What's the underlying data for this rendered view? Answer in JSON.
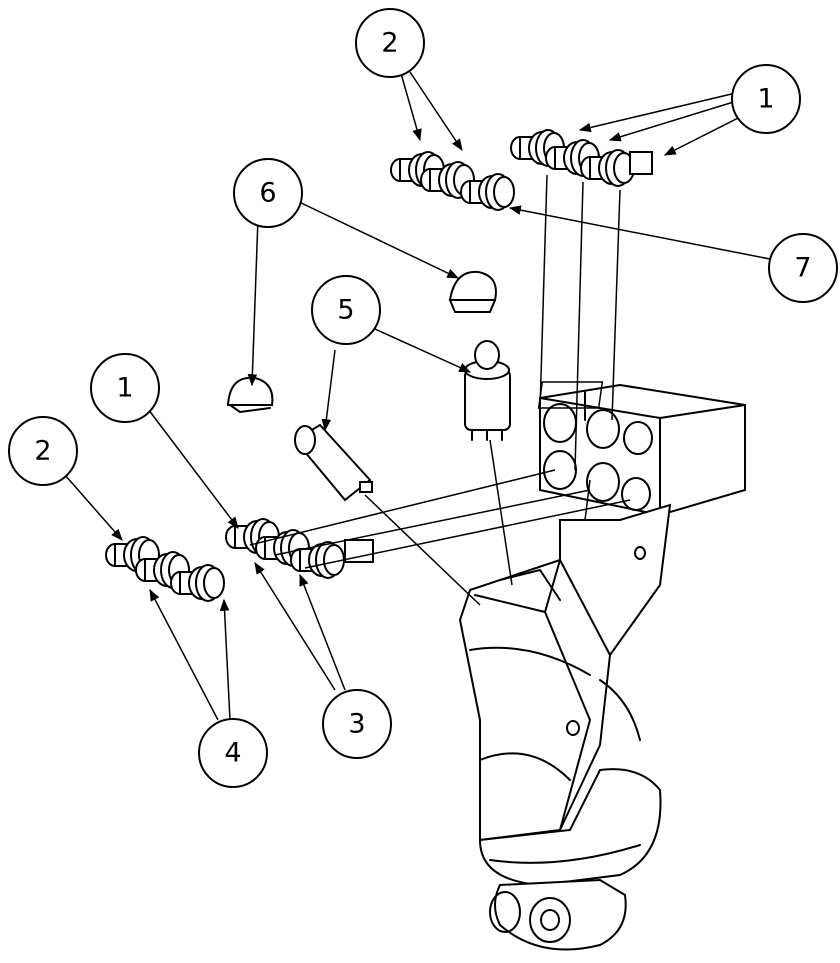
{
  "callouts": {
    "c1_top": "1",
    "c2_top": "2",
    "c6": "6",
    "c7": "7",
    "c5": "5",
    "c1_left": "1",
    "c2_left": "2",
    "c3": "3",
    "c4": "4"
  },
  "icons": {
    "pendant": "pendant-housing-icon",
    "indicator": "indicator-lamp-icon",
    "buzzer": "buzzer-icon",
    "lens": "lens-cap-icon"
  }
}
